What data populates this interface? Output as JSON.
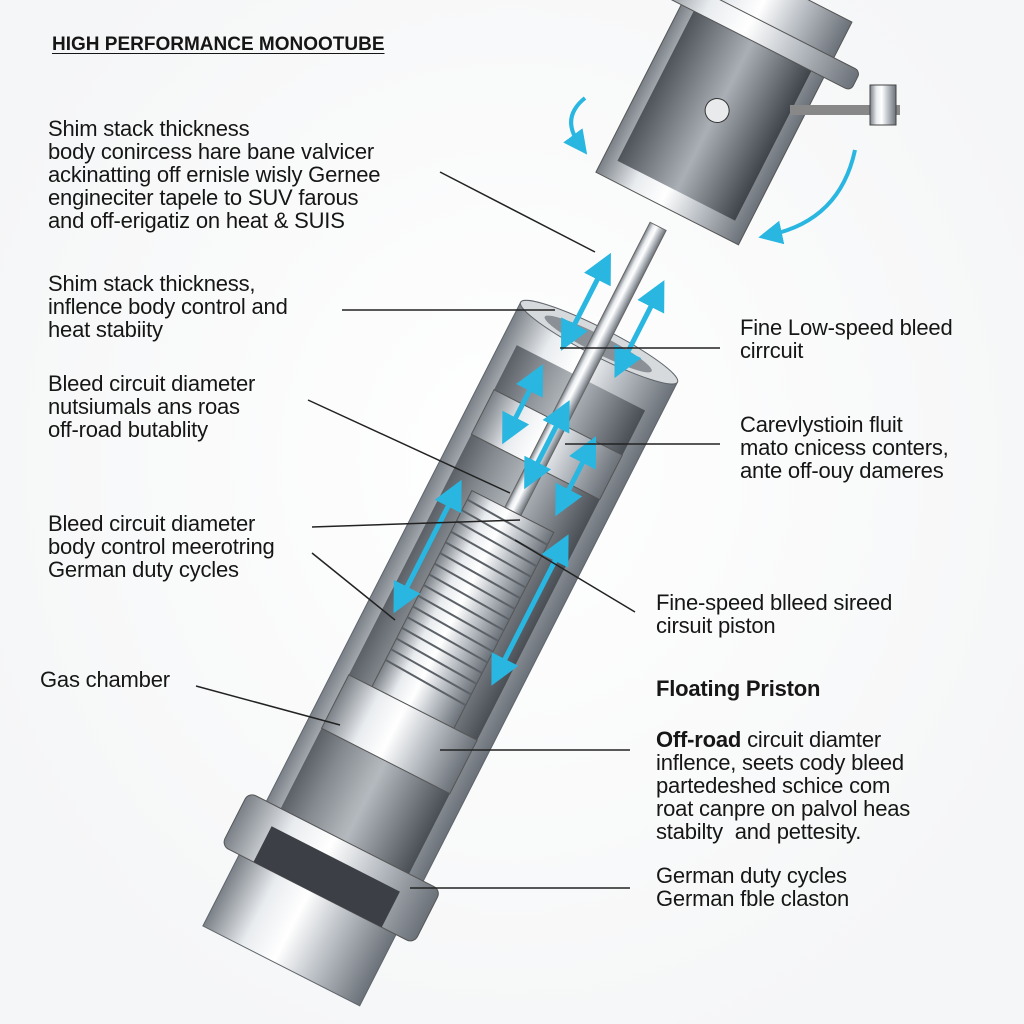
{
  "title": "HIGH PERFORMANCE MONOOTUBE",
  "labels_left": [
    {
      "lines": [
        "Shim stack thickness",
        "body conircess hare bane valvicer",
        "ackinatting off ernisle wisly Gernee",
        "engineciter tapele to SUV farous",
        "and off-erigatiz on heat & SUIS"
      ]
    },
    {
      "lines": [
        "Shim stack thickness,",
        "inflence body control and",
        "heat stabiity"
      ]
    },
    {
      "lines": [
        "Bleed circuit diameter",
        "nutsiumals ans roas",
        "off-road butablity"
      ]
    },
    {
      "lines": [
        "Bleed circuit diameter",
        "body control meerotring",
        "German duty cycles"
      ]
    },
    {
      "lines": [
        "Gas chamber"
      ]
    }
  ],
  "labels_right": [
    {
      "lines": [
        "Fine Low-speed bleed",
        "cirrcuit"
      ]
    },
    {
      "lines": [
        "Carevlystioin fluit",
        "mato cnicess conters,",
        "ante off-ouy dameres"
      ]
    },
    {
      "lines": [
        "Fine-speed blleed sireed",
        "cirsuit piston"
      ]
    },
    {
      "heading": "Floating Priston"
    },
    {
      "bold_lead": "Off-road",
      "lines": [
        " circuit diamter",
        "inflence, seets cody bleed",
        "partedeshed schice com",
        "roat canpre on palvol heas",
        "stabilty  and pettesity."
      ]
    },
    {
      "lines": [
        "German duty cycles",
        "German fble claston"
      ]
    }
  ],
  "colors": {
    "flow_arrow": "#29b6e0",
    "metal_light": "#e4e7ea",
    "metal_dark": "#6d737a",
    "leader": "#222222"
  }
}
